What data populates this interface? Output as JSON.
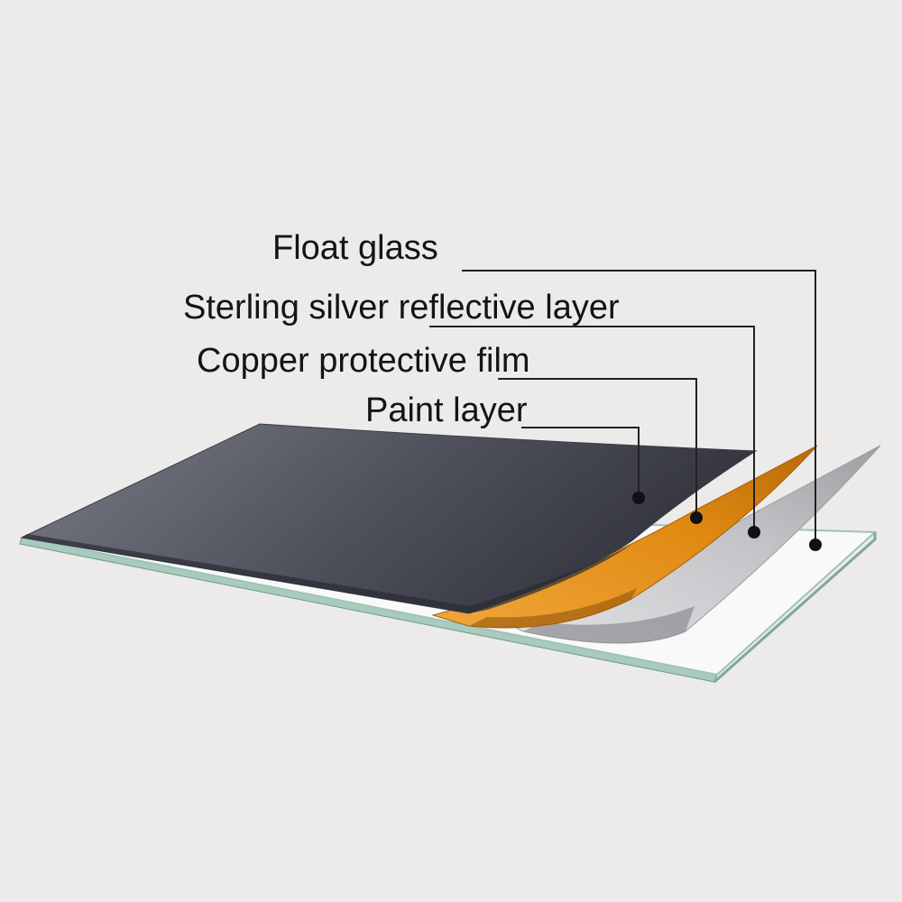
{
  "labels": {
    "float_glass": "Float glass",
    "silver_layer": "Sterling silver reflective layer",
    "copper_film": "Copper protective film",
    "paint_layer": "Paint layer"
  },
  "colors": {
    "background": "#ecebea",
    "float_glass": "#f7f8f7",
    "glass_edge": "#9fc3b6",
    "silver_layer": "#c9c9cc",
    "copper_film": "#e8961e",
    "paint_layer": "#4b4d58",
    "leader_line": "#222222"
  }
}
